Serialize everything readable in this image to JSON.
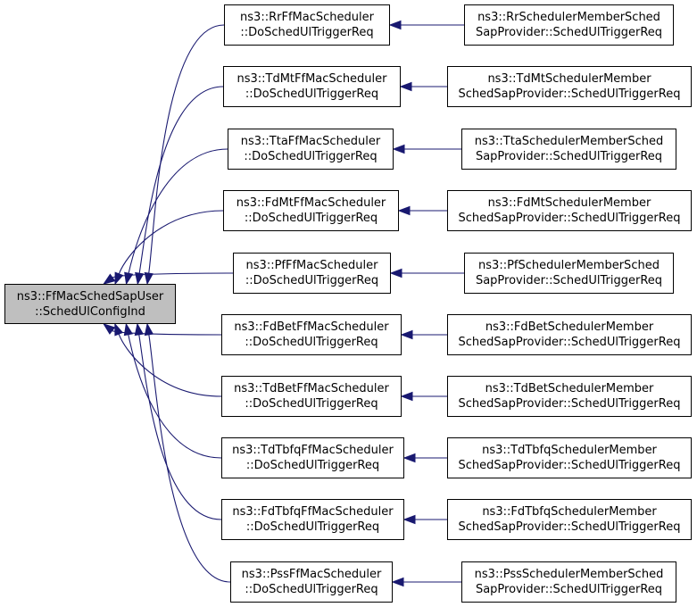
{
  "colors": {
    "edge": "#191970",
    "root_fill": "#bfbfbf",
    "node_fill": "#ffffff",
    "border": "#000000"
  },
  "root": {
    "line1": "ns3::FfMacSchedSapUser",
    "line2": "::SchedUlConfigInd"
  },
  "schedulers": [
    {
      "line1": "ns3::RrFfMacScheduler",
      "line2": "::DoSchedUlTriggerReq"
    },
    {
      "line1": "ns3::TdMtFfMacScheduler",
      "line2": "::DoSchedUlTriggerReq"
    },
    {
      "line1": "ns3::TtaFfMacScheduler",
      "line2": "::DoSchedUlTriggerReq"
    },
    {
      "line1": "ns3::FdMtFfMacScheduler",
      "line2": "::DoSchedUlTriggerReq"
    },
    {
      "line1": "ns3::PfFfMacScheduler",
      "line2": "::DoSchedUlTriggerReq"
    },
    {
      "line1": "ns3::FdBetFfMacScheduler",
      "line2": "::DoSchedUlTriggerReq"
    },
    {
      "line1": "ns3::TdBetFfMacScheduler",
      "line2": "::DoSchedUlTriggerReq"
    },
    {
      "line1": "ns3::TdTbfqFfMacScheduler",
      "line2": "::DoSchedUlTriggerReq"
    },
    {
      "line1": "ns3::FdTbfqFfMacScheduler",
      "line2": "::DoSchedUlTriggerReq"
    },
    {
      "line1": "ns3::PssFfMacScheduler",
      "line2": "::DoSchedUlTriggerReq"
    }
  ],
  "providers": [
    {
      "line1": "ns3::RrSchedulerMemberSched",
      "line2": "SapProvider::SchedUlTriggerReq"
    },
    {
      "line1": "ns3::TdMtSchedulerMember",
      "line2": "SchedSapProvider::SchedUlTriggerReq"
    },
    {
      "line1": "ns3::TtaSchedulerMemberSched",
      "line2": "SapProvider::SchedUlTriggerReq"
    },
    {
      "line1": "ns3::FdMtSchedulerMember",
      "line2": "SchedSapProvider::SchedUlTriggerReq"
    },
    {
      "line1": "ns3::PfSchedulerMemberSched",
      "line2": "SapProvider::SchedUlTriggerReq"
    },
    {
      "line1": "ns3::FdBetSchedulerMember",
      "line2": "SchedSapProvider::SchedUlTriggerReq"
    },
    {
      "line1": "ns3::TdBetSchedulerMember",
      "line2": "SchedSapProvider::SchedUlTriggerReq"
    },
    {
      "line1": "ns3::TdTbfqSchedulerMember",
      "line2": "SchedSapProvider::SchedUlTriggerReq"
    },
    {
      "line1": "ns3::FdTbfqSchedulerMember",
      "line2": "SchedSapProvider::SchedUlTriggerReq"
    },
    {
      "line1": "ns3::PssSchedulerMemberSched",
      "line2": "SapProvider::SchedUlTriggerReq"
    }
  ]
}
